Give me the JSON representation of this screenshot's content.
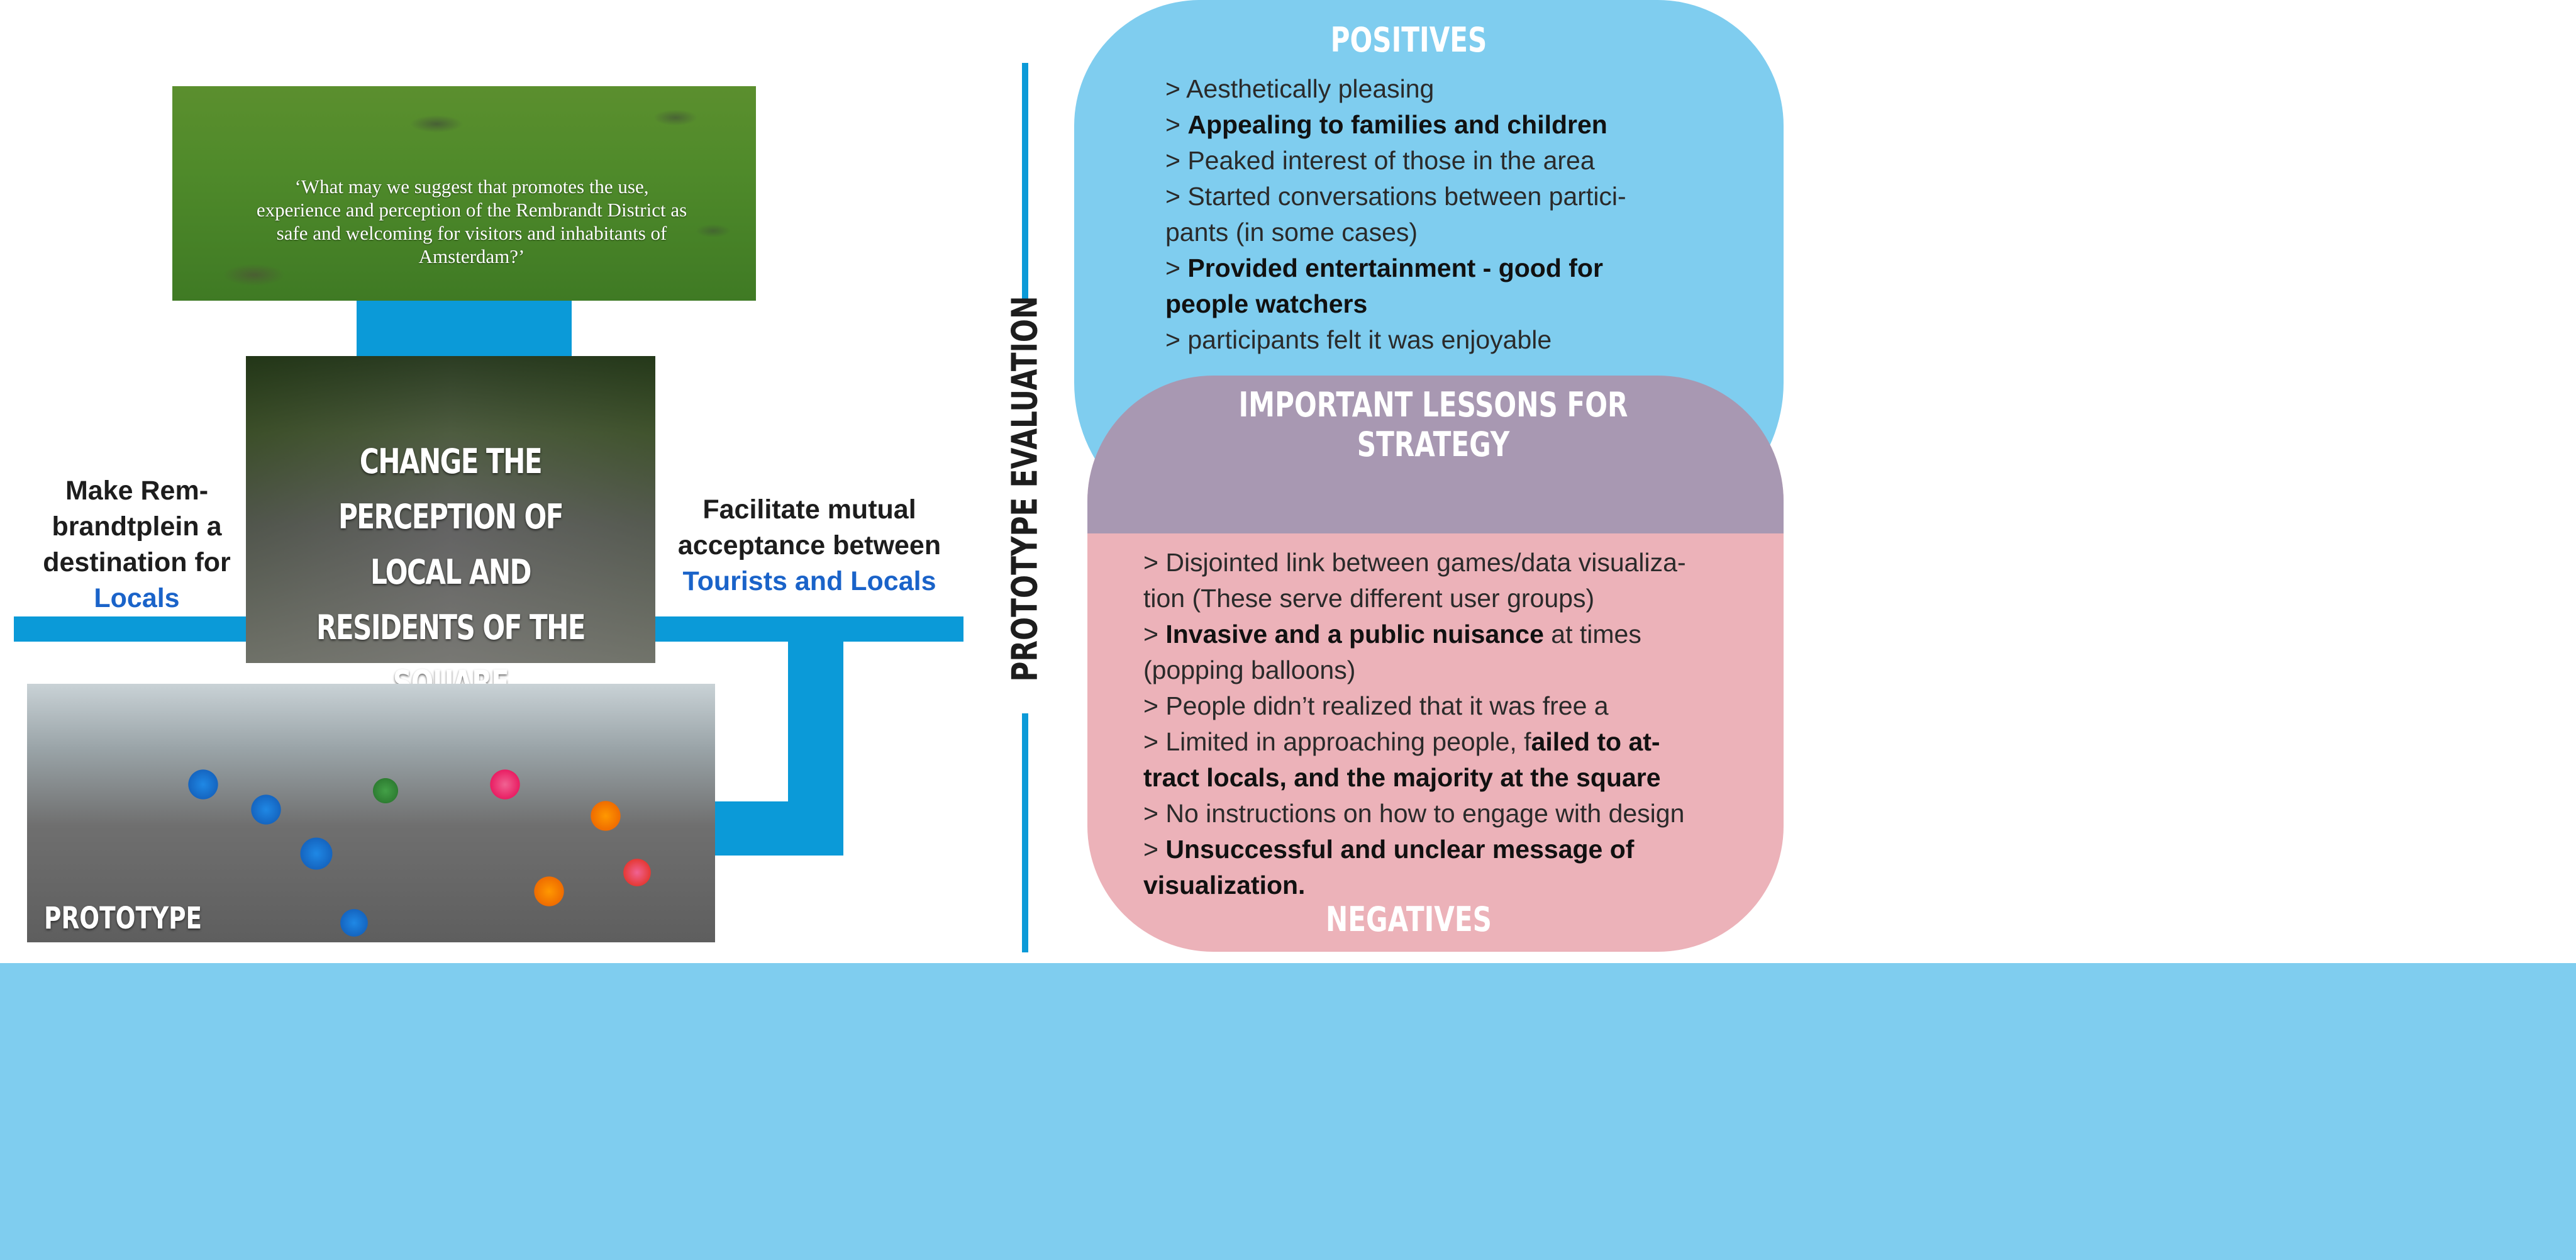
{
  "left_panel": {
    "research_question": "‘What may we suggest that promotes the use, experience and perception of the Rembrandt District as safe and welcoming for visitors and inhabitants of Amsterdam?’",
    "square_title": "CHANGE THE PERCEPTION OF LOCAL AND RESIDENTS OF THE SQUARE",
    "left_label": "Make Rem- brandtplein a destination for",
    "left_label_highlight": "Locals",
    "right_label": "Facilitate mutual acceptance between",
    "right_label_highlight": "Tourists and Locals",
    "prototype_label": "PROTOTYPE"
  },
  "evaluation": {
    "label": "PROTOTYPE EVALUATION",
    "positives_title": "POSITIVES",
    "lessons_title": "IMPORTANT LESSONS FOR STRATEGY",
    "negatives_title": "NEGATIVES",
    "positives": [
      {
        "text": "> Aesthetically pleasing"
      },
      {
        "prefix": "> ",
        "bold": "Appealing to families and children"
      },
      {
        "text": "> Peaked interest of those in the area"
      },
      {
        "text": "> Started conversations between partici-"
      },
      {
        "text": "pants (in some cases)"
      },
      {
        "prefix": "> ",
        "bold": "Provided entertainment - good for"
      },
      {
        "bold": "people watchers"
      },
      {
        "text": "> participants felt it was enjoyable"
      }
    ],
    "negatives": [
      {
        "text": "> Disjointed link between games/data visualiza-"
      },
      {
        "text": "tion (These serve different user groups)"
      },
      {
        "prefix": "> ",
        "bold": "Invasive and a public nuisance",
        "suffix": " at times"
      },
      {
        "text": "(popping balloons)"
      },
      {
        "text": "> People didn’t realized that it was free a"
      },
      {
        "prefix": "> Limited in approaching people, f",
        "bold": "ailed to at-"
      },
      {
        "bold": "tract locals, and the majority at the square"
      },
      {
        "text": "> No instructions on how to engage with design"
      },
      {
        "prefix": "> ",
        "bold": "Unsuccessful and unclear message of"
      },
      {
        "bold": "visualization."
      }
    ]
  }
}
